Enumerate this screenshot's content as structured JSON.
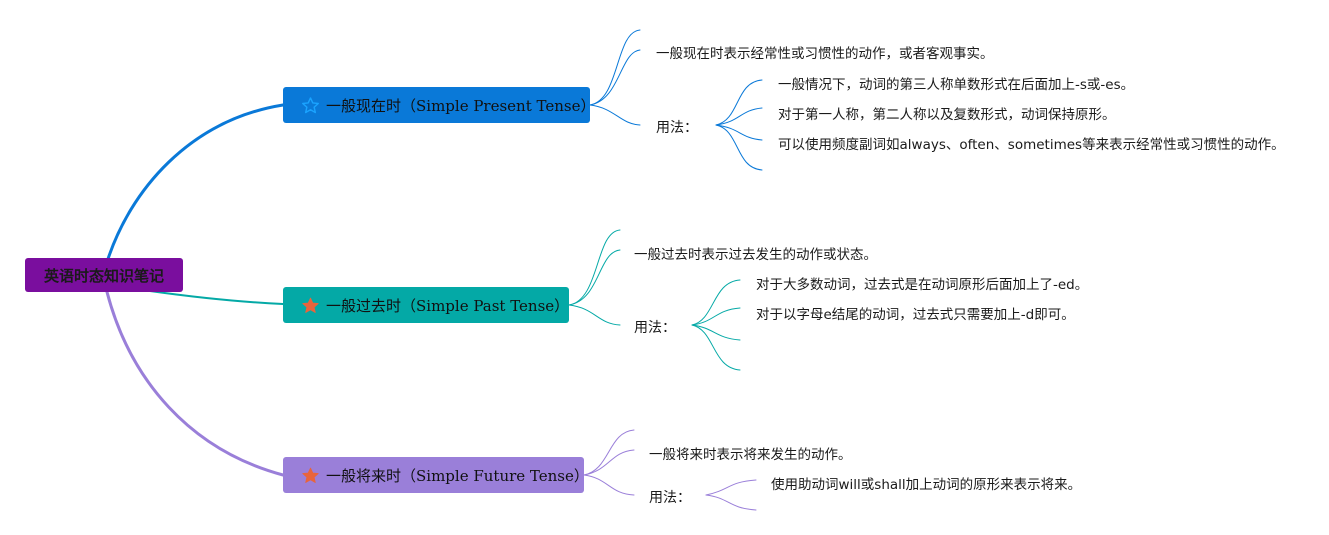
{
  "root": {
    "title": "英语时态知识笔记",
    "color": "#7a0e9e"
  },
  "branches": [
    {
      "title": "一般现在时（Simple Present Tense）",
      "color": "#0a79d8",
      "star_icon": "star-outline-icon",
      "definition": "一般现在时表示经常性或习惯性的动作，或者客观事实。",
      "usage_label": "用法：",
      "usage": [
        "一般情况下，动词的第三人称单数形式在后面加上-s或-es。",
        "对于第一人称，第二人称以及复数形式，动词保持原形。",
        "可以使用频度副词如always、often、sometimes等来表示经常性或习惯性的动作。",
        ""
      ]
    },
    {
      "title": "一般过去时（Simple Past Tense）",
      "color": "#04a9a6",
      "star_icon": "star-filled-icon",
      "definition": "一般过去时表示过去发生的动作或状态。",
      "usage_label": "用法：",
      "usage": [
        "对于大多数动词，过去式是在动词原形后面加上了-ed。",
        "对于以字母e结尾的动词，过去式只需要加上-d即可。",
        "",
        ""
      ]
    },
    {
      "title": "一般将来时（Simple Future Tense）",
      "color": "#9a7fd9",
      "star_icon": "star-filled-icon",
      "definition": "一般将来时表示将来发生的动作。",
      "usage_label": "用法：",
      "usage": [
        "使用助动词will或shall加上动词的原形来表示将来。",
        ""
      ]
    }
  ],
  "star_fill_color": "#e8643c"
}
